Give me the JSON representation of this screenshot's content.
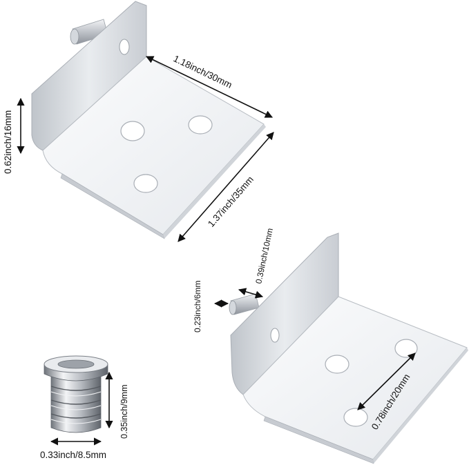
{
  "colors": {
    "background": "#ffffff",
    "metal_light": "#f4f5f7",
    "metal_mid": "#d9dde2",
    "metal_dark": "#a9aeb5",
    "dimension_ink": "#111111"
  },
  "dimensions": {
    "large_bracket_width": "1.18inch/30mm",
    "large_bracket_depth": "1.37inch/35mm",
    "large_bracket_height": "0.62inch/16mm",
    "pin_diameter": "0.23inch/6mm",
    "pin_length": "0.39inch/10mm",
    "hole_spacing": "0.78inch/20mm",
    "sleeve_height": "0.35inch/9mm",
    "sleeve_diameter": "0.33inch/8.5mm"
  }
}
